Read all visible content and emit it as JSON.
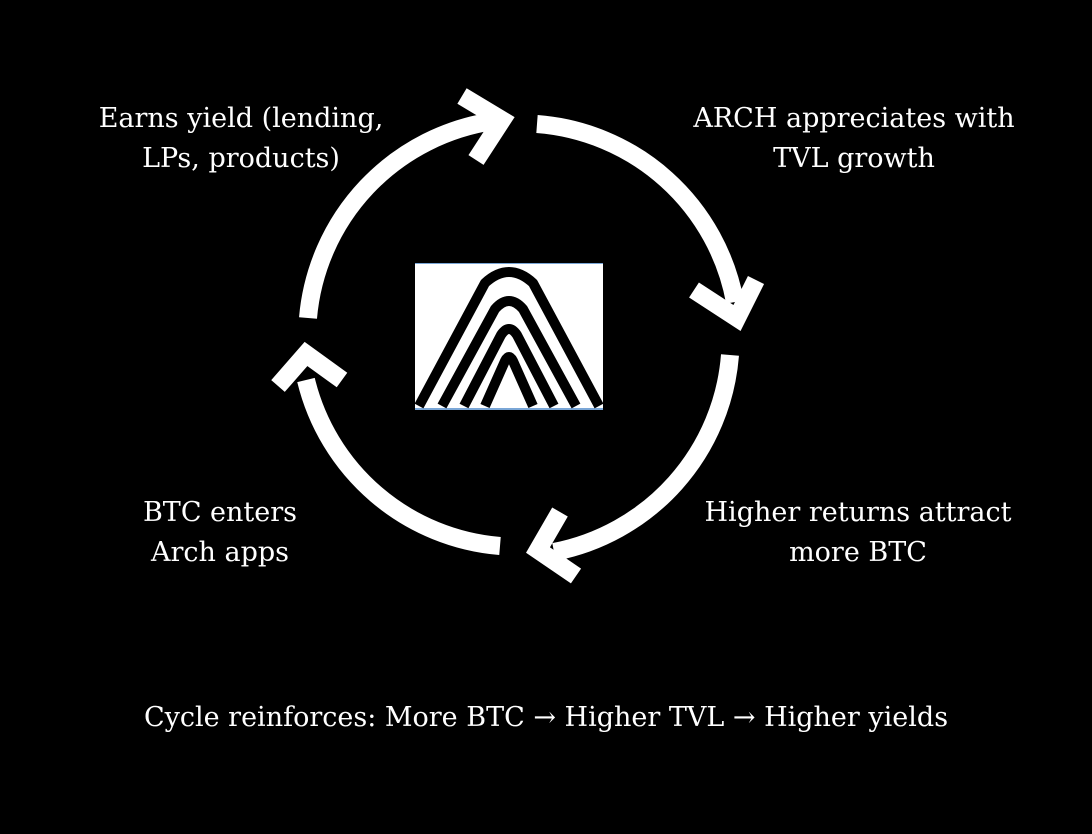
{
  "cycle": {
    "steps": [
      {
        "lines": [
          "Earns yield (lending,",
          "LPs, products)"
        ]
      },
      {
        "lines": [
          "ARCH appreciates with",
          "TVL growth"
        ]
      },
      {
        "lines": [
          "Higher returns attract",
          "more BTC"
        ]
      },
      {
        "lines": [
          "BTC enters",
          "Arch apps"
        ]
      }
    ],
    "caption": "Cycle reinforces: More BTC → Higher TVL → Higher yields"
  },
  "logo": {
    "icon": "arch-logo-icon"
  },
  "colors": {
    "background": "#000000",
    "foreground": "#ffffff",
    "logo_border": "#7aa6d6"
  }
}
